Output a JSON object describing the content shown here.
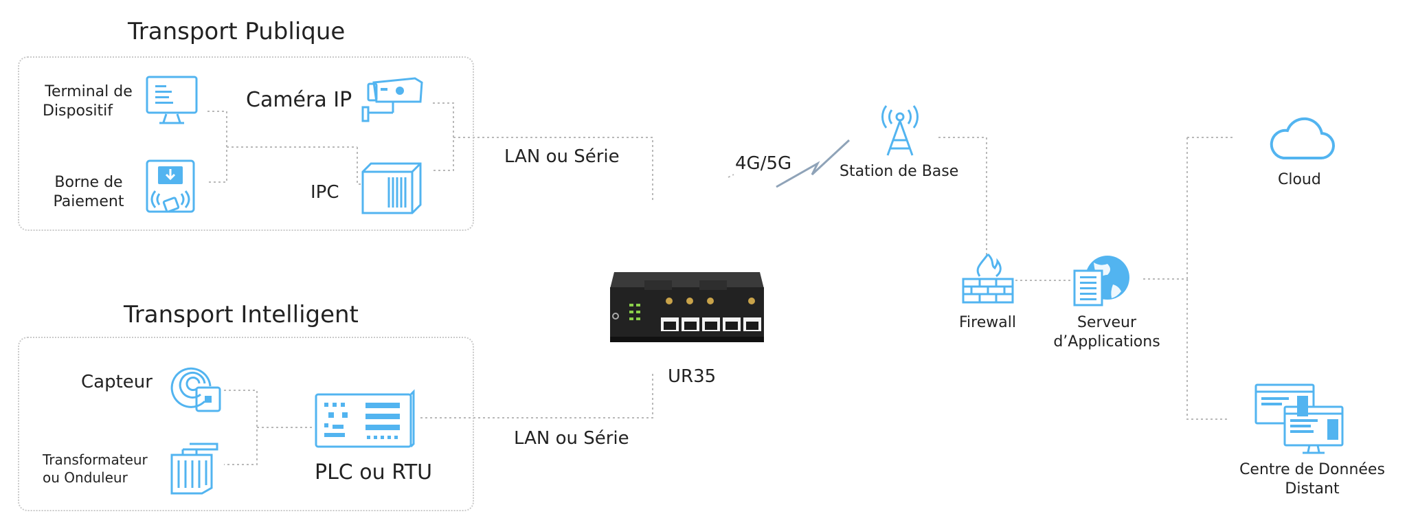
{
  "colors": {
    "icon": "#52b4f0",
    "connector": "#b8b8b8",
    "text": "#222222",
    "device": "#2a2a2a"
  },
  "groups": {
    "public_transport": {
      "title": "Transport Publique",
      "devices": {
        "terminal": {
          "line1": "Terminal de",
          "line2": "Dispositif",
          "icon": "monitor-icon"
        },
        "payment": {
          "line1": "Borne de",
          "line2": "Paiement",
          "icon": "payment-terminal-icon"
        },
        "ip_camera": {
          "label": "Caméra IP",
          "icon": "security-camera-icon"
        },
        "ipc": {
          "label": "IPC",
          "icon": "industrial-pc-icon"
        }
      }
    },
    "smart_transport": {
      "title": "Transport Intelligent",
      "devices": {
        "sensor": {
          "label": "Capteur",
          "icon": "sensor-icon"
        },
        "transformer": {
          "line1": "Transformateur",
          "line2": "ou Onduleur",
          "icon": "transformer-icon"
        },
        "plc": {
          "label": "PLC ou RTU",
          "icon": "plc-icon"
        }
      }
    }
  },
  "links": {
    "lan_top": "LAN ou Série",
    "lan_bottom": "LAN ou Série",
    "cellular": "4G/5G"
  },
  "router": {
    "label": "UR35",
    "icon": "router-device"
  },
  "network": {
    "base_station": {
      "label": "Station de Base",
      "icon": "cell-tower-icon"
    },
    "firewall": {
      "label": "Firewall",
      "icon": "firewall-icon"
    },
    "app_server": {
      "line1": "Serveur",
      "line2": "d’Applications",
      "icon": "server-globe-icon"
    },
    "cloud": {
      "label": "Cloud",
      "icon": "cloud-icon"
    },
    "datacenter": {
      "line1": "Centre de Données",
      "line2": "Distant",
      "icon": "remote-datacenter-icon"
    }
  }
}
